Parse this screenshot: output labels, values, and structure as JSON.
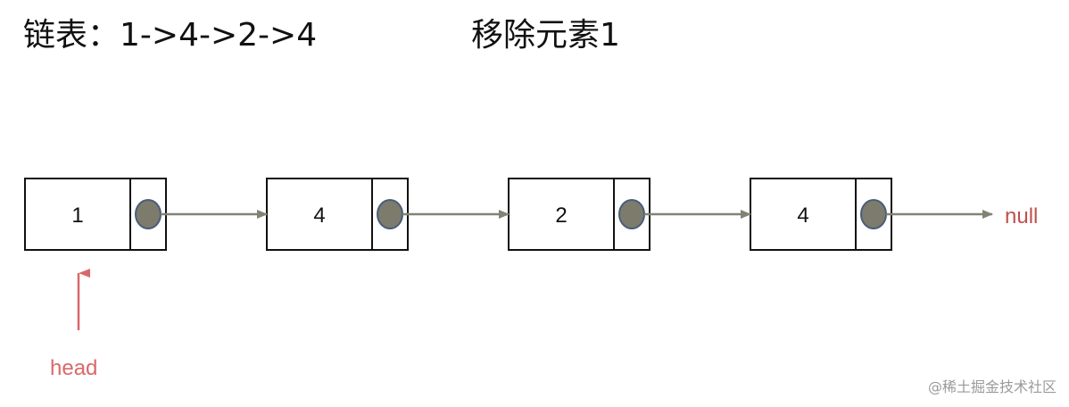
{
  "title": {
    "list_label": "链表：",
    "list_value": "1->4->2->4",
    "operation": "移除元素1"
  },
  "nodes": [
    {
      "value": "1"
    },
    {
      "value": "4"
    },
    {
      "value": "2"
    },
    {
      "value": "4"
    }
  ],
  "null_label": "null",
  "head_label": "head",
  "watermark": "@稀土掘金技术社区",
  "colors": {
    "box_stroke": "#111111",
    "pointer_fill": "#7d7b6c",
    "pointer_stroke": "#4a5d7c",
    "arrow": "#7f8474",
    "accent_red": "#d9686a"
  }
}
